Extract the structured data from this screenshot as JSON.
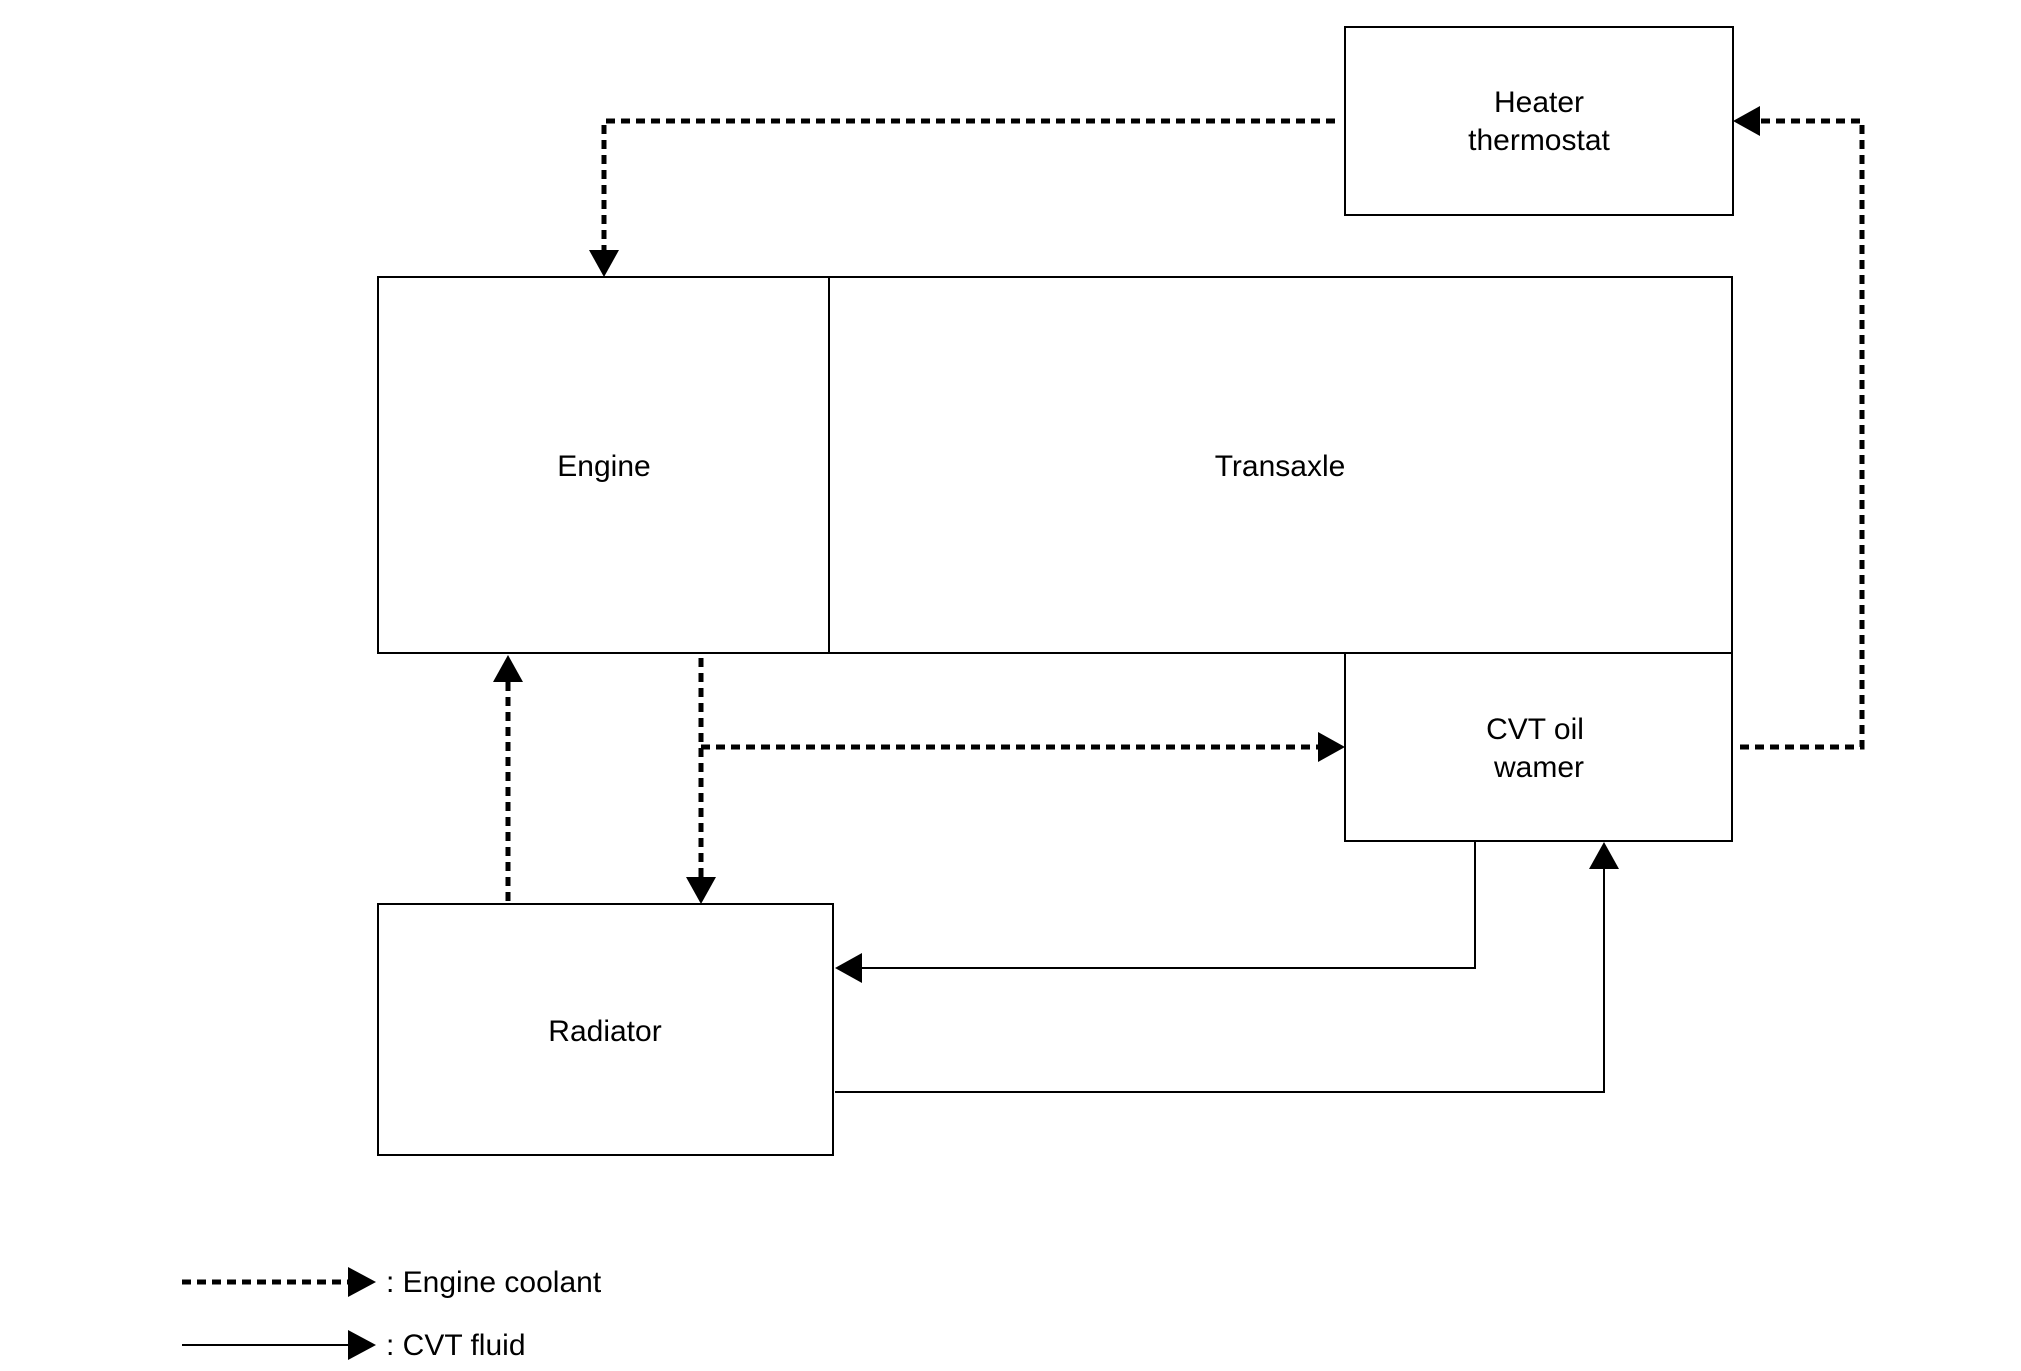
{
  "nodes": {
    "heater_thermostat": {
      "line1": "Heater",
      "line2": "thermostat"
    },
    "engine": {
      "label": "Engine"
    },
    "transaxle": {
      "label": "Transaxle"
    },
    "cvt_oil_warmer": {
      "line1": "CVT oil",
      "line2": "wamer"
    },
    "radiator": {
      "label": "Radiator"
    }
  },
  "edges": [
    {
      "from": "heater_thermostat",
      "to": "engine",
      "type": "engine_coolant"
    },
    {
      "from": "engine",
      "to": "radiator",
      "type": "engine_coolant"
    },
    {
      "from": "engine",
      "to": "cvt_oil_warmer",
      "type": "engine_coolant"
    },
    {
      "from": "radiator",
      "to": "engine",
      "type": "engine_coolant"
    },
    {
      "from": "cvt_oil_warmer",
      "to": "heater_thermostat",
      "type": "engine_coolant"
    },
    {
      "from": "cvt_oil_warmer",
      "to": "radiator",
      "type": "cvt_fluid"
    },
    {
      "from": "radiator",
      "to": "cvt_oil_warmer",
      "type": "cvt_fluid"
    }
  ],
  "legend": {
    "engine_coolant": ": Engine coolant",
    "cvt_fluid": ": CVT fluid"
  },
  "colors": {
    "line": "#000000",
    "background": "#ffffff"
  }
}
